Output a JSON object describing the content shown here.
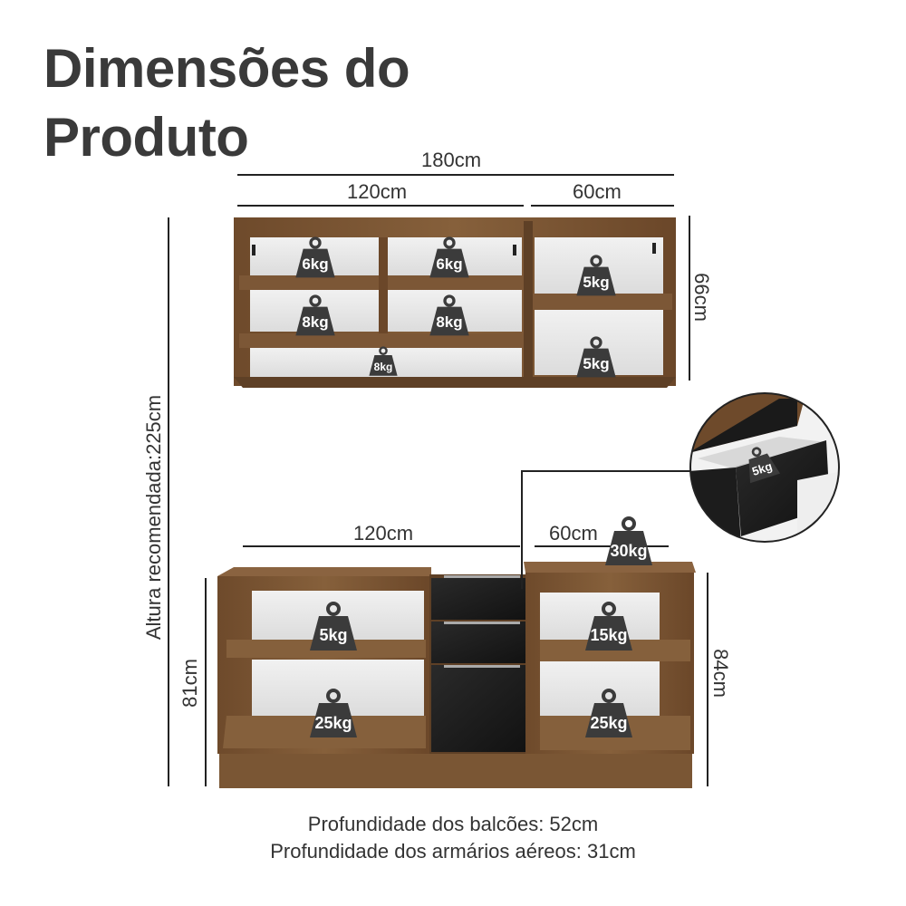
{
  "title_line1": "Dimensões do",
  "title_line2": "Produto",
  "dims": {
    "total_width": "180cm",
    "upper_left_width": "120cm",
    "upper_right_width": "60cm",
    "upper_height": "66cm",
    "lower_left_width": "120cm",
    "lower_right_width": "60cm",
    "lower_left_height": "81cm",
    "lower_right_height": "84cm",
    "recommended_height": "Altura recomendada:225cm"
  },
  "weights": {
    "upper_top_left": "6kg",
    "upper_top_mid": "6kg",
    "upper_right_top": "5kg",
    "upper_mid_left": "8kg",
    "upper_mid_mid": "8kg",
    "upper_bottom": "8kg",
    "upper_right_bottom": "5kg",
    "lower_countertop": "30kg",
    "lower_left_top": "5kg",
    "lower_left_bottom": "25kg",
    "lower_right_top": "15kg",
    "lower_right_bottom": "25kg",
    "drawer_detail": "5kg"
  },
  "footer": {
    "line1": "Profundidade dos balcões: 52cm",
    "line2": "Profundidade dos armários aéreos: 31cm"
  },
  "colors": {
    "wood": "#7a5634",
    "wood_dark": "#5e4026",
    "black_panel": "#1c1c1c",
    "weight_icon": "#3a3a3a"
  }
}
